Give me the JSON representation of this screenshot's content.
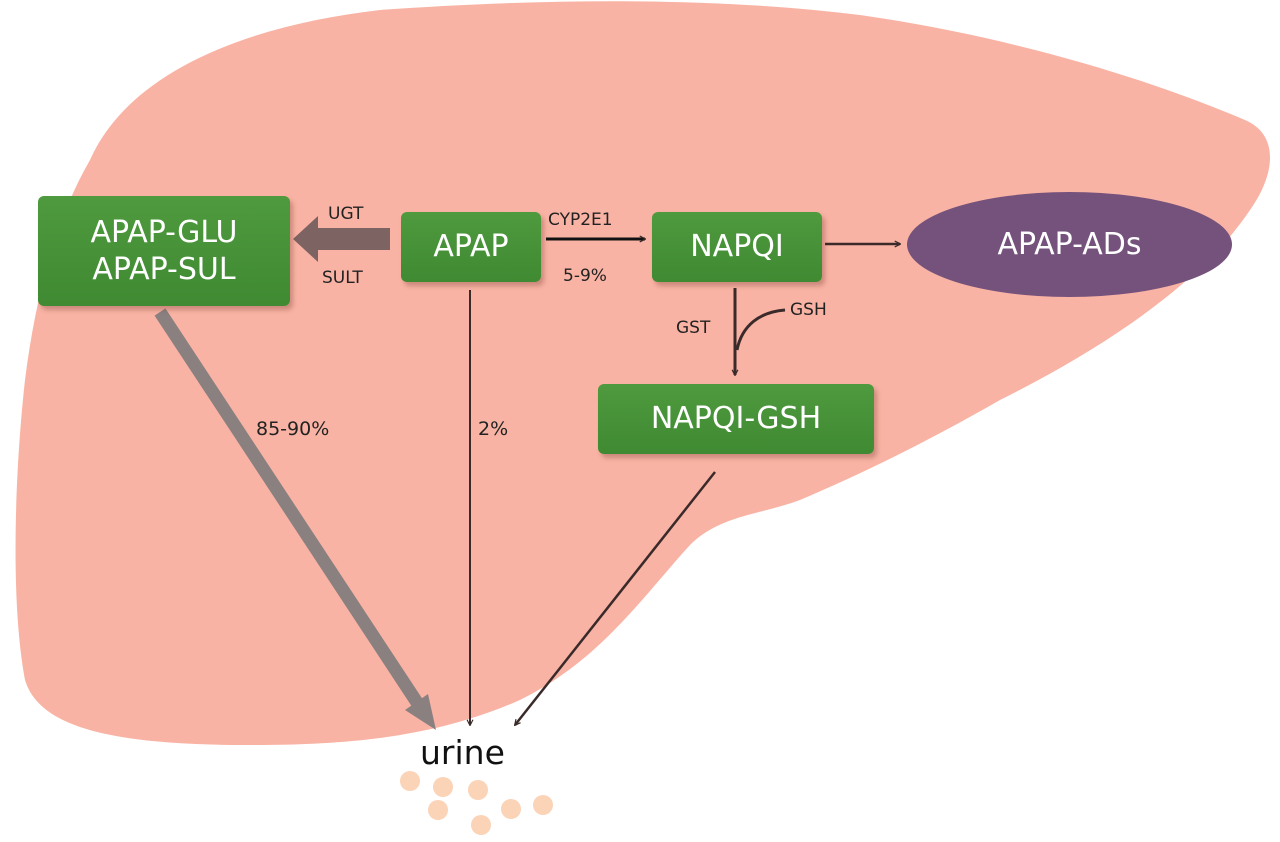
{
  "nodes": {
    "glu": "APAP-GLU",
    "sul": "APAP-SUL",
    "apap": "APAP",
    "napqi": "NAPQI",
    "apap_ads": "APAP-ADs",
    "napqi_gsh": "NAPQI-GSH",
    "urine": "urine"
  },
  "labels": {
    "ugt": "UGT",
    "sult": "SULT",
    "cyp2e1": "CYP2E1",
    "cyp_percent": "5-9%",
    "gst": "GST",
    "gsh": "GSH",
    "conj_percent": "85-90%",
    "direct_percent": "2%"
  },
  "colors": {
    "liver": "#f9b3a4",
    "node_green": "#4a953a",
    "adduct_purple": "#75527c",
    "urine_dots": "#fbd3b7"
  }
}
